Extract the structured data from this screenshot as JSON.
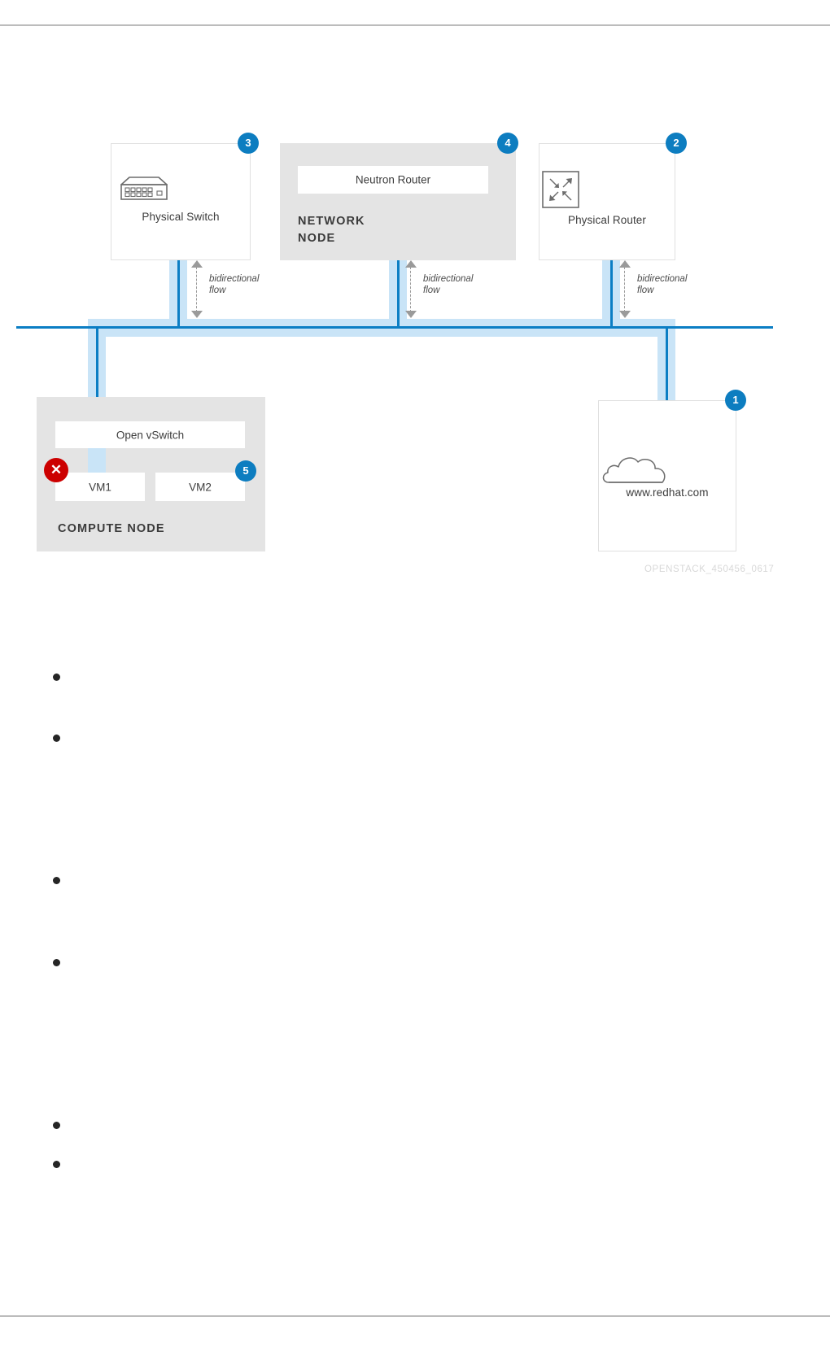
{
  "figure": {
    "caption_id": "OPENSTACK_450456_0617",
    "nodes": {
      "physical_switch": {
        "label": "Physical Switch",
        "badge": "3",
        "icon": "switch-icon"
      },
      "network_node": {
        "title_line1": "NETWORK",
        "title_line2": "NODE",
        "inner_label": "Neutron Router",
        "badge": "4"
      },
      "physical_router": {
        "label": "Physical Router",
        "badge": "2",
        "icon": "router-icon"
      },
      "compute_node": {
        "title": "COMPUTE NODE",
        "ovs_label": "Open vSwitch",
        "vm1_label": "VM1",
        "vm2_label": "VM2",
        "badge": "5",
        "error_badge": "✕"
      },
      "internet": {
        "label": "www.redhat.com",
        "badge": "1",
        "icon": "cloud-icon"
      }
    },
    "flows": [
      {
        "line1": "bidirectional",
        "line2": "flow"
      },
      {
        "line1": "bidirectional",
        "line2": "flow"
      },
      {
        "line1": "bidirectional",
        "line2": "flow"
      }
    ],
    "colors": {
      "badge_blue": "#0d7dc0",
      "error_red": "#cc0000",
      "bus_core": "#0b7ec4",
      "bus_band": "#c9e4f7",
      "node_gray": "#e4e4e4"
    }
  },
  "body": {
    "bullets": [
      "",
      "",
      "",
      "",
      "",
      ""
    ]
  }
}
